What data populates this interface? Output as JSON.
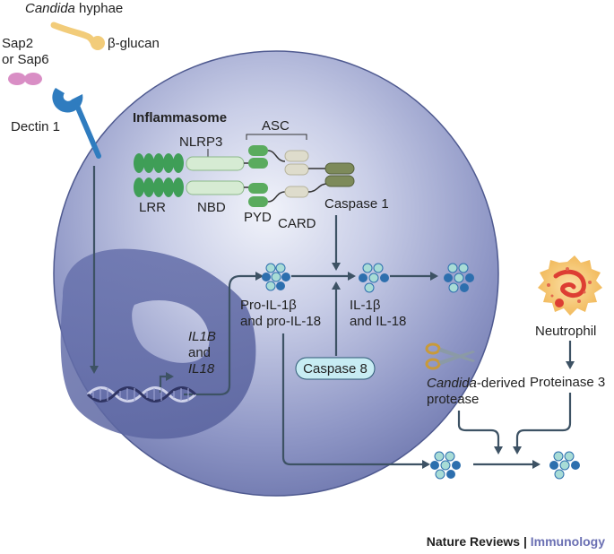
{
  "labels": {
    "candida_italic": "Candida",
    "candida_hyphae_rest": " hyphae",
    "beta_glucan": "β-glucan",
    "sap_line1": "Sap2",
    "sap_line2": "or Sap6",
    "dectin1": "Dectin 1",
    "inflammasome": "Inflammasome",
    "asc": "ASC",
    "nlrp3": "NLRP3",
    "lrr": "LRR",
    "nbd": "NBD",
    "pyd": "PYD",
    "card": "CARD",
    "caspase1": "Caspase 1",
    "pro_line1": "Pro-IL-1β",
    "pro_line2": "and pro-IL-18",
    "il_line1": "IL-1β",
    "il_line2": "and IL-18",
    "gene_il1b": "IL1B",
    "gene_and": "and",
    "gene_il18": "IL18",
    "caspase8": "Caspase 8",
    "neutrophil": "Neutrophil",
    "proteinase3": "Proteinase 3",
    "protease_italic": "Candida",
    "protease_rest": "-derived",
    "protease_line2": "protease"
  },
  "footer": {
    "journal": "Nature Reviews",
    "separator": " | ",
    "section": "Immunology"
  },
  "colors": {
    "cell_light": "#e8ecf6",
    "cell_dark": "#6f78b0",
    "nucleus": "#5d69a5",
    "lrr_green": "#3f9e57",
    "nbd_light": "#d6ebd3",
    "pyd_green": "#5aab5e",
    "card_beige": "#dedccc",
    "caspase_olive": "#7d8a5a",
    "bead_light": "#a8dcd6",
    "bead_blue": "#2d6fae",
    "dectin_blue": "#2f7cbf",
    "sap_pink": "#d98ec5",
    "hyphae": "#f2cc7a",
    "neutrophil_orange": "#f4c36b",
    "neutrophil_red": "#dd3e33",
    "footer_journal": "#222222",
    "footer_section": "#6b70b3",
    "arrow": "#3d5264"
  },
  "icons": [
    "dectin-1-receptor-icon",
    "sap-protein-icon",
    "hyphae-icon",
    "dna-helix-icon",
    "scissors-icon",
    "neutrophil-icon",
    "cytokine-cluster-icon"
  ]
}
